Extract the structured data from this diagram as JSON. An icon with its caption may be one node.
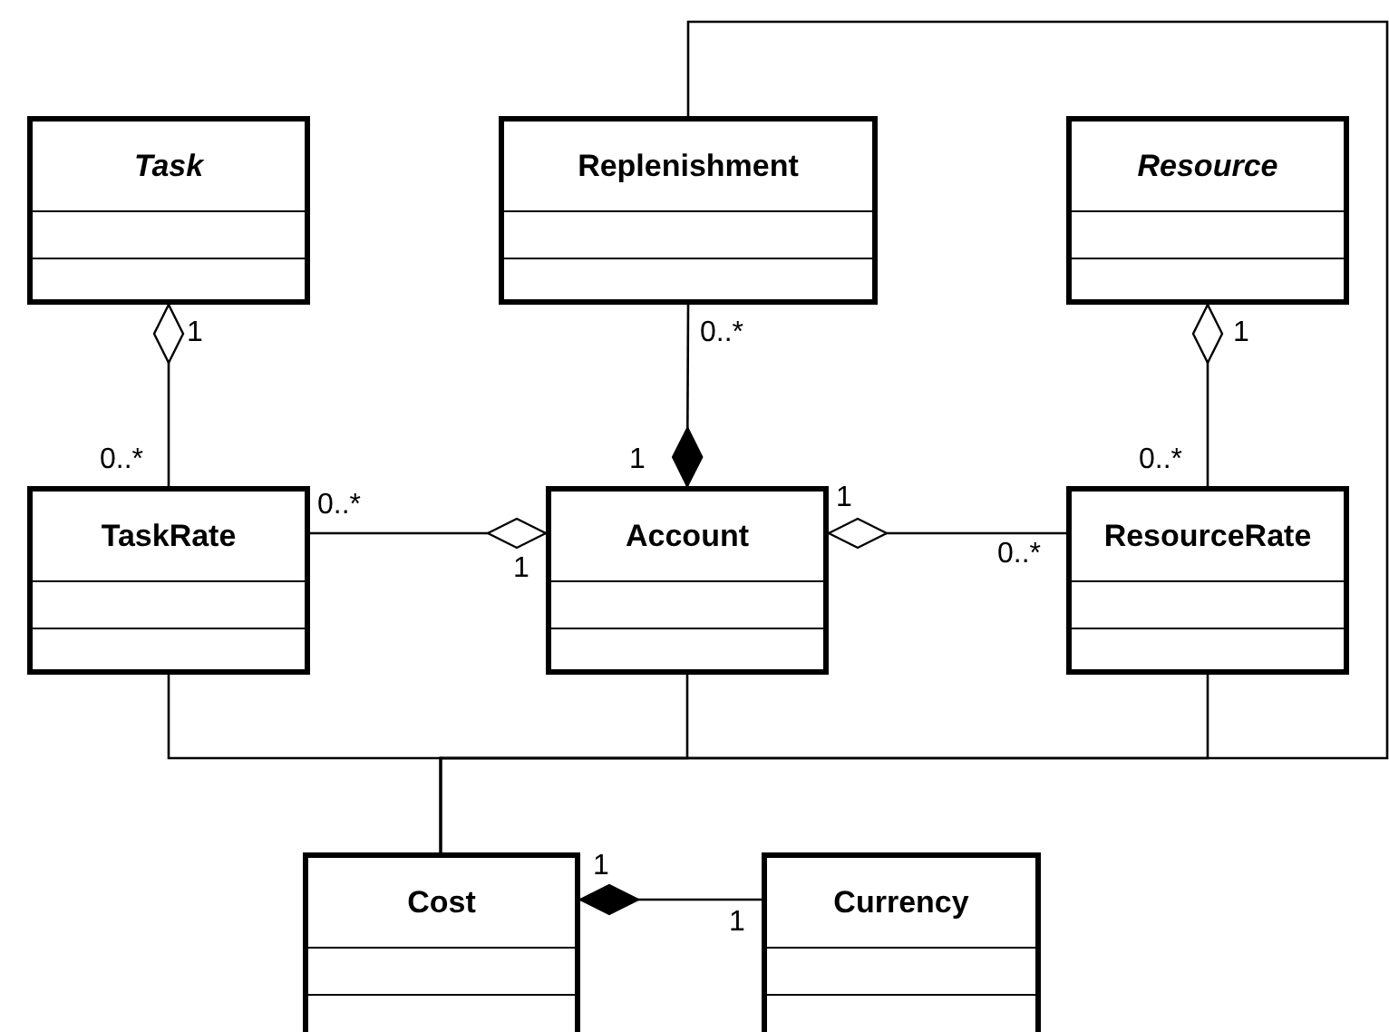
{
  "diagram": {
    "nodes": [
      {
        "text": [
          "Task"
        ]
      },
      {
        "text": [
          "Replenishment"
        ]
      },
      {
        "text": [
          "Resource"
        ]
      },
      {
        "text": [
          "TaskRate"
        ]
      },
      {
        "text": [
          "Account"
        ]
      },
      {
        "text": [
          "ResourceRate"
        ]
      },
      {
        "text": [
          "Cost"
        ]
      },
      {
        "text": [
          "Currency"
        ]
      }
    ],
    "edges": [
      {
        "from": 0,
        "to": 3,
        "arrow": "other"
      },
      {
        "from": 4,
        "to": 1,
        "arrow": "other"
      },
      {
        "from": 4,
        "to": 3,
        "arrow": "other"
      },
      {
        "from": 4,
        "to": 5,
        "arrow": "other"
      },
      {
        "from": 2,
        "to": 5,
        "arrow": "other"
      },
      {
        "from": 6,
        "to": 7,
        "arrow": "other"
      },
      {
        "from": 6,
        "to": 3,
        "arrow": "none"
      },
      {
        "from": 6,
        "to": 4,
        "arrow": "none"
      },
      {
        "from": 6,
        "to": 5,
        "arrow": "none"
      },
      {
        "from": 6,
        "to": 1,
        "arrow": "none"
      }
    ],
    "labels": [
      "1",
      "0..*",
      "1",
      "0..*",
      "1",
      "0..*",
      "0..*",
      "1",
      "1",
      "0..*",
      "1",
      "1"
    ]
  }
}
